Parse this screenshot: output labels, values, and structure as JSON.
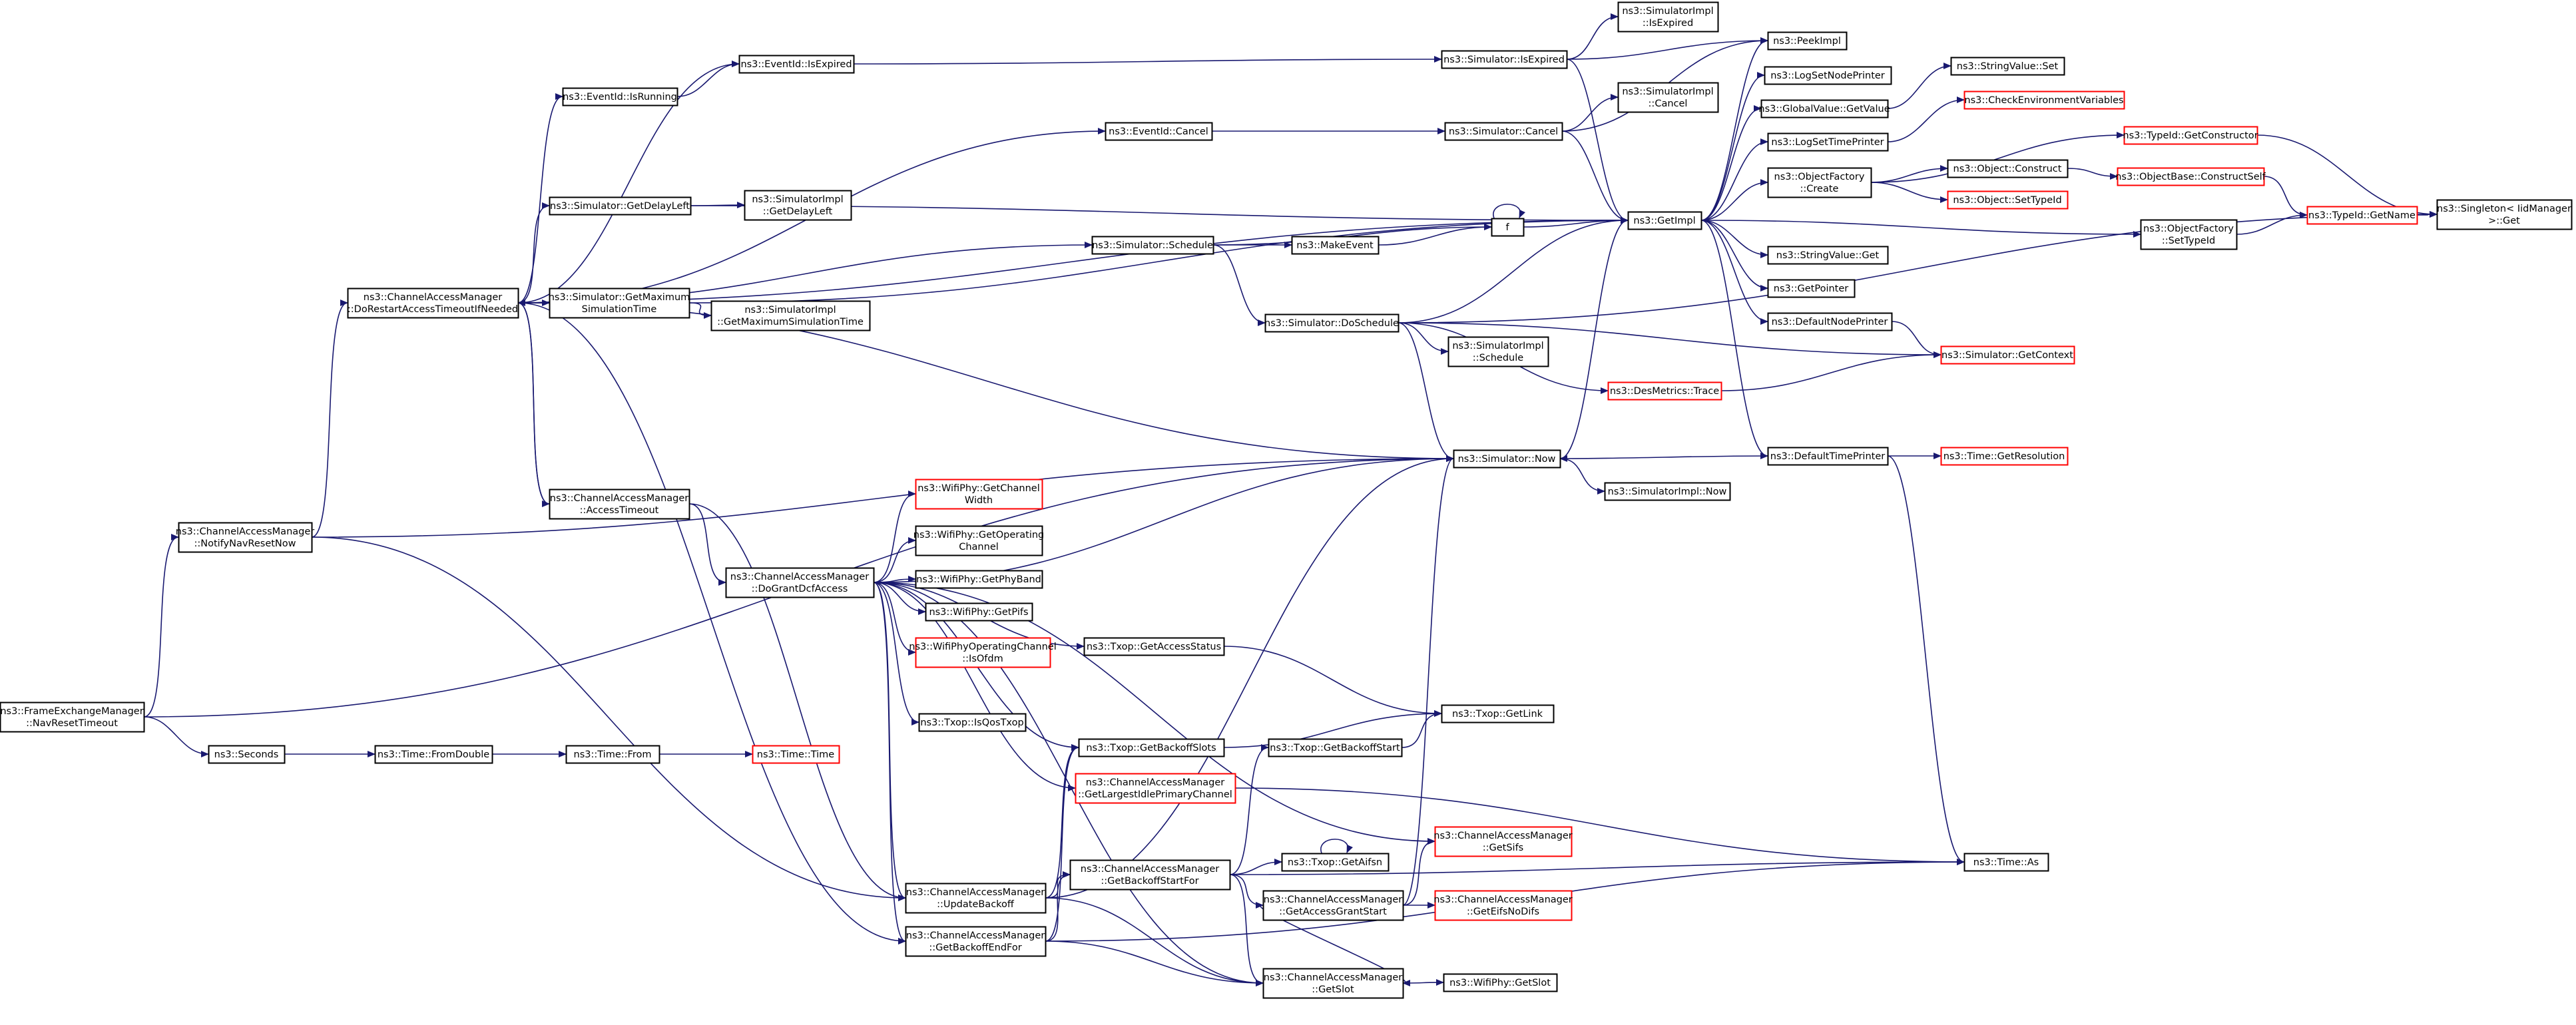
{
  "colors": {
    "edge": "#191970",
    "node_border": "#000000",
    "truncated_border": "#ff0000",
    "root_fill": "#bfbfbf",
    "node_fill": "#ffffff"
  },
  "nodes": {
    "root": {
      "lines": [
        "ns3::FrameExchangeManager",
        "::NavResetTimeout"
      ],
      "truncated": false
    },
    "notify": {
      "lines": [
        "ns3::ChannelAccessManager",
        "::NotifyNavResetNow"
      ],
      "truncated": false
    },
    "seconds": {
      "lines": [
        "ns3::Seconds"
      ],
      "truncated": false
    },
    "restart": {
      "lines": [
        "ns3::ChannelAccessManager",
        "::DoRestartAccessTimeoutIfNeeded"
      ],
      "truncated": false
    },
    "fromdouble": {
      "lines": [
        "ns3::Time::FromDouble"
      ],
      "truncated": false
    },
    "from": {
      "lines": [
        "ns3::Time::From"
      ],
      "truncated": false
    },
    "timetime": {
      "lines": [
        "ns3::Time::Time"
      ],
      "truncated": true
    },
    "isrunning": {
      "lines": [
        "ns3::EventId::IsRunning"
      ],
      "truncated": false
    },
    "isexpired": {
      "lines": [
        "ns3::EventId::IsExpired"
      ],
      "truncated": false
    },
    "getdelayleft": {
      "lines": [
        "ns3::Simulator::GetDelayLeft"
      ],
      "truncated": false
    },
    "simimpl_getdelayleft": {
      "lines": [
        "ns3::SimulatorImpl",
        "::GetDelayLeft"
      ],
      "truncated": false
    },
    "getmaxsim": {
      "lines": [
        "ns3::Simulator::GetMaximum",
        "SimulationTime"
      ],
      "truncated": false
    },
    "simimpl_getmax": {
      "lines": [
        "ns3::SimulatorImpl",
        "::GetMaximumSimulationTime"
      ],
      "truncated": false
    },
    "accesstimeout": {
      "lines": [
        "ns3::ChannelAccessManager",
        "::AccessTimeout"
      ],
      "truncated": false
    },
    "dogrant": {
      "lines": [
        "ns3::ChannelAccessManager",
        "::DoGrantDcfAccess"
      ],
      "truncated": false
    },
    "evcancel": {
      "lines": [
        "ns3::EventId::Cancel"
      ],
      "truncated": false
    },
    "schedule": {
      "lines": [
        "ns3::Simulator::Schedule"
      ],
      "truncated": false
    },
    "makeevent": {
      "lines": [
        "ns3::MakeEvent"
      ],
      "truncated": false
    },
    "f": {
      "lines": [
        "f"
      ],
      "truncated": false
    },
    "sim_isexpired": {
      "lines": [
        "ns3::Simulator::IsExpired"
      ],
      "truncated": false
    },
    "simimpl_isexpired": {
      "lines": [
        "ns3::SimulatorImpl",
        "::IsExpired"
      ],
      "truncated": false
    },
    "sim_cancel": {
      "lines": [
        "ns3::Simulator::Cancel"
      ],
      "truncated": false
    },
    "simimpl_cancel": {
      "lines": [
        "ns3::SimulatorImpl",
        "::Cancel"
      ],
      "truncated": false
    },
    "doschedule": {
      "lines": [
        "ns3::Simulator::DoSchedule"
      ],
      "truncated": false
    },
    "simimpl_schedule": {
      "lines": [
        "ns3::SimulatorImpl",
        "::Schedule"
      ],
      "truncated": false
    },
    "desmetrics": {
      "lines": [
        "ns3::DesMetrics::Trace"
      ],
      "truncated": true
    },
    "now": {
      "lines": [
        "ns3::Simulator::Now"
      ],
      "truncated": false
    },
    "simimpl_now": {
      "lines": [
        "ns3::SimulatorImpl::Now"
      ],
      "truncated": false
    },
    "getimpl": {
      "lines": [
        "ns3::GetImpl"
      ],
      "truncated": false
    },
    "peekimpl": {
      "lines": [
        "ns3::PeekImpl"
      ],
      "truncated": false
    },
    "logsetnode": {
      "lines": [
        "ns3::LogSetNodePrinter"
      ],
      "truncated": false
    },
    "globalvalue": {
      "lines": [
        "ns3::GlobalValue::GetValue"
      ],
      "truncated": false
    },
    "logsettime": {
      "lines": [
        "ns3::LogSetTimePrinter"
      ],
      "truncated": false
    },
    "objfactory_create": {
      "lines": [
        "ns3::ObjectFactory",
        "::Create"
      ],
      "truncated": false
    },
    "stringvalue_get": {
      "lines": [
        "ns3::StringValue::Get"
      ],
      "truncated": false
    },
    "getpointer": {
      "lines": [
        "ns3::GetPointer"
      ],
      "truncated": false
    },
    "defaultnode": {
      "lines": [
        "ns3::DefaultNodePrinter"
      ],
      "truncated": false
    },
    "defaulttime": {
      "lines": [
        "ns3::DefaultTimePrinter"
      ],
      "truncated": false
    },
    "stringvalue_set": {
      "lines": [
        "ns3::StringValue::Set"
      ],
      "truncated": false
    },
    "checkenv": {
      "lines": [
        "ns3::CheckEnvironmentVariables"
      ],
      "truncated": true
    },
    "object_construct": {
      "lines": [
        "ns3::Object::Construct"
      ],
      "truncated": false
    },
    "object_settypeid": {
      "lines": [
        "ns3::Object::SetTypeId"
      ],
      "truncated": true
    },
    "objfactory_settypeid": {
      "lines": [
        "ns3::ObjectFactory",
        "::SetTypeId"
      ],
      "truncated": false
    },
    "getcontext": {
      "lines": [
        "ns3::Simulator::GetContext"
      ],
      "truncated": true
    },
    "time_getresolution": {
      "lines": [
        "ns3::Time::GetResolution"
      ],
      "truncated": true
    },
    "typeid_getconstructor": {
      "lines": [
        "ns3::TypeId::GetConstructor"
      ],
      "truncated": true
    },
    "objectbase_constructself": {
      "lines": [
        "ns3::ObjectBase::ConstructSelf"
      ],
      "truncated": true
    },
    "typeid_getname": {
      "lines": [
        "ns3::TypeId::GetName"
      ],
      "truncated": true
    },
    "singleton_get": {
      "lines": [
        "ns3::Singleton< IidManager",
        ">::Get"
      ],
      "truncated": false
    },
    "time_as": {
      "lines": [
        "ns3::Time::As"
      ],
      "truncated": false
    },
    "getchannelwidth": {
      "lines": [
        "ns3::WifiPhy::GetChannel",
        "Width"
      ],
      "truncated": true
    },
    "getoperatingchannel": {
      "lines": [
        "ns3::WifiPhy::GetOperating",
        "Channel"
      ],
      "truncated": false
    },
    "getphyband": {
      "lines": [
        "ns3::WifiPhy::GetPhyBand"
      ],
      "truncated": false
    },
    "getpifs": {
      "lines": [
        "ns3::WifiPhy::GetPifs"
      ],
      "truncated": false
    },
    "isofdm": {
      "lines": [
        "ns3::WifiPhyOperatingChannel",
        "::IsOfdm"
      ],
      "truncated": true
    },
    "txop_getaccessstatus": {
      "lines": [
        "ns3::Txop::GetAccessStatus"
      ],
      "truncated": false
    },
    "txop_isqos": {
      "lines": [
        "ns3::Txop::IsQosTxop"
      ],
      "truncated": false
    },
    "txop_getbackoffslots": {
      "lines": [
        "ns3::Txop::GetBackoffSlots"
      ],
      "truncated": false
    },
    "txop_getlink": {
      "lines": [
        "ns3::Txop::GetLink"
      ],
      "truncated": false
    },
    "getlargestidle": {
      "lines": [
        "ns3::ChannelAccessManager",
        "::GetLargestIdlePrimaryChannel"
      ],
      "truncated": true
    },
    "txop_getbackoffstart": {
      "lines": [
        "ns3::Txop::GetBackoffStart"
      ],
      "truncated": false
    },
    "getbackoffstartfor": {
      "lines": [
        "ns3::ChannelAccessManager",
        "::GetBackoffStartFor"
      ],
      "truncated": false
    },
    "txop_getaifsn": {
      "lines": [
        "ns3::Txop::GetAifsn"
      ],
      "truncated": false
    },
    "getsifs": {
      "lines": [
        "ns3::ChannelAccessManager",
        "::GetSifs"
      ],
      "truncated": true
    },
    "updatebackoff": {
      "lines": [
        "ns3::ChannelAccessManager",
        "::UpdateBackoff"
      ],
      "truncated": false
    },
    "getaccessgrantstart": {
      "lines": [
        "ns3::ChannelAccessManager",
        "::GetAccessGrantStart"
      ],
      "truncated": false
    },
    "geteifsnodifs": {
      "lines": [
        "ns3::ChannelAccessManager",
        "::GetEifsNoDifs"
      ],
      "truncated": true
    },
    "getbackoffendfor": {
      "lines": [
        "ns3::ChannelAccessManager",
        "::GetBackoffEndFor"
      ],
      "truncated": false
    },
    "getslot": {
      "lines": [
        "ns3::ChannelAccessManager",
        "::GetSlot"
      ],
      "truncated": false
    },
    "wifiphy_getslot": {
      "lines": [
        "ns3::WifiPhy::GetSlot"
      ],
      "truncated": false
    }
  }
}
